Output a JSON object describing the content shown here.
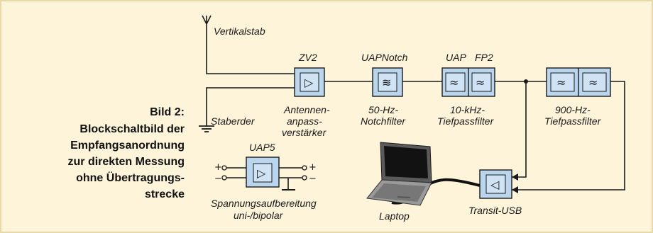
{
  "caption": {
    "lines": [
      "Bild 2:",
      "Blockschaltbild der",
      "Empfangsanordnung",
      "zur direkten Messung",
      "ohne Übertragungs-",
      "strecke"
    ]
  },
  "antenna": {
    "rod_label": "Vertikalstab",
    "ground_label": "Staberder"
  },
  "blocks": {
    "zv2": {
      "name": "ZV2",
      "desc": [
        "Antennen-",
        "anpass-",
        "verstärker"
      ],
      "symbol": "▷"
    },
    "uap_notch": {
      "name": "UAPNotch",
      "desc": [
        "50-Hz-",
        "Notchfilter"
      ],
      "symbol": "≋"
    },
    "uap_fp2": {
      "name_left": "UAP",
      "name_right": "FP2",
      "desc": [
        "10-kHz-",
        "Tiefpassfilter"
      ],
      "symbol": "≈"
    },
    "lowpass900": {
      "desc": [
        "900-Hz-",
        "Tiefpassfilter"
      ],
      "symbol": "≈"
    },
    "uap5": {
      "name": "UAP5",
      "desc": [
        "Spannungsaufbereitung",
        "uni-/bipolar"
      ],
      "symbol": "▷",
      "plus": "+",
      "minus": "−"
    },
    "transit": {
      "desc": "Transit-USB",
      "symbol": "◁"
    },
    "laptop": {
      "desc": "Laptop"
    }
  }
}
